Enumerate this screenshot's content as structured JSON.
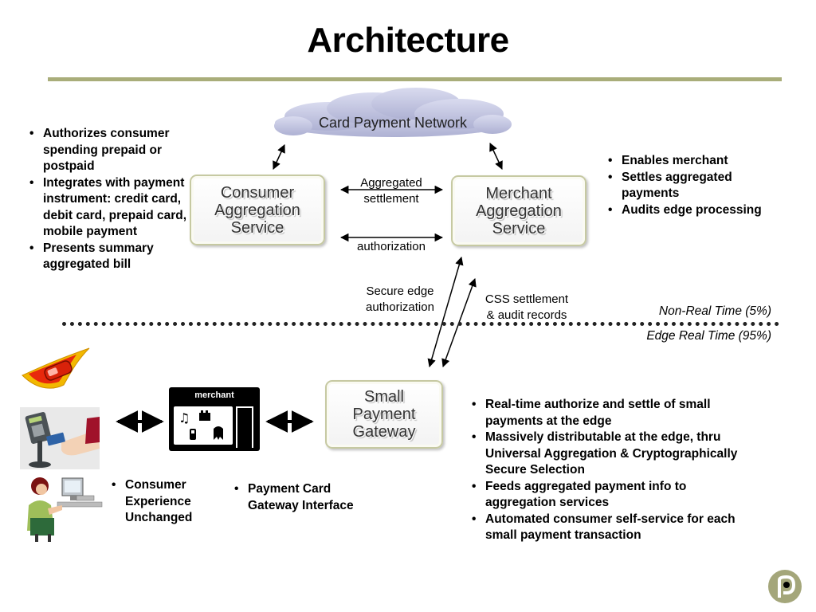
{
  "slide": {
    "title": "Architecture"
  },
  "cloud": {
    "label": "Card Payment Network"
  },
  "boxes": {
    "consumer": "Consumer\nAggregation\nService",
    "merchant": "Merchant\nAggregation\nService",
    "gateway": "Small\nPayment\nGateway"
  },
  "middle_labels": {
    "aggregated": "Aggregated\nsettlement",
    "authorization": "authorization",
    "secure_edge": "Secure edge\nauthorization",
    "css_settlement": "CSS settlement\n& audit records"
  },
  "zones": {
    "non_real_time": "Non-Real Time (5%)",
    "edge_real_time": "Edge Real Time (95%)"
  },
  "left_bullets": [
    "Authorizes consumer spending prepaid or postpaid",
    "Integrates with payment instrument: credit card, debit card, prepaid card, mobile payment",
    "Presents summary aggregated bill"
  ],
  "right_bullets": [
    "Enables merchant",
    "Settles aggregated payments",
    "Audits edge processing"
  ],
  "bottom_right_bullets": [
    "Real-time authorize and settle of small payments at the edge",
    "Massively distributable at the edge, thru Universal Aggregation & Cryptographically Secure Selection",
    "Feeds aggregated payment info to aggregation services",
    "Automated consumer self-service for each small payment transaction"
  ],
  "consumer_bullets": [
    "Consumer Experience Unchanged"
  ],
  "gateway_bullets": [
    "Payment Card Gateway Interface"
  ],
  "merchant_icon": {
    "label": "merchant"
  },
  "colors": {
    "rule": "#a9ad7a",
    "box_border": "#c6c9a2",
    "cloud": "#c3c5e0",
    "logo": "#a4a67a"
  }
}
